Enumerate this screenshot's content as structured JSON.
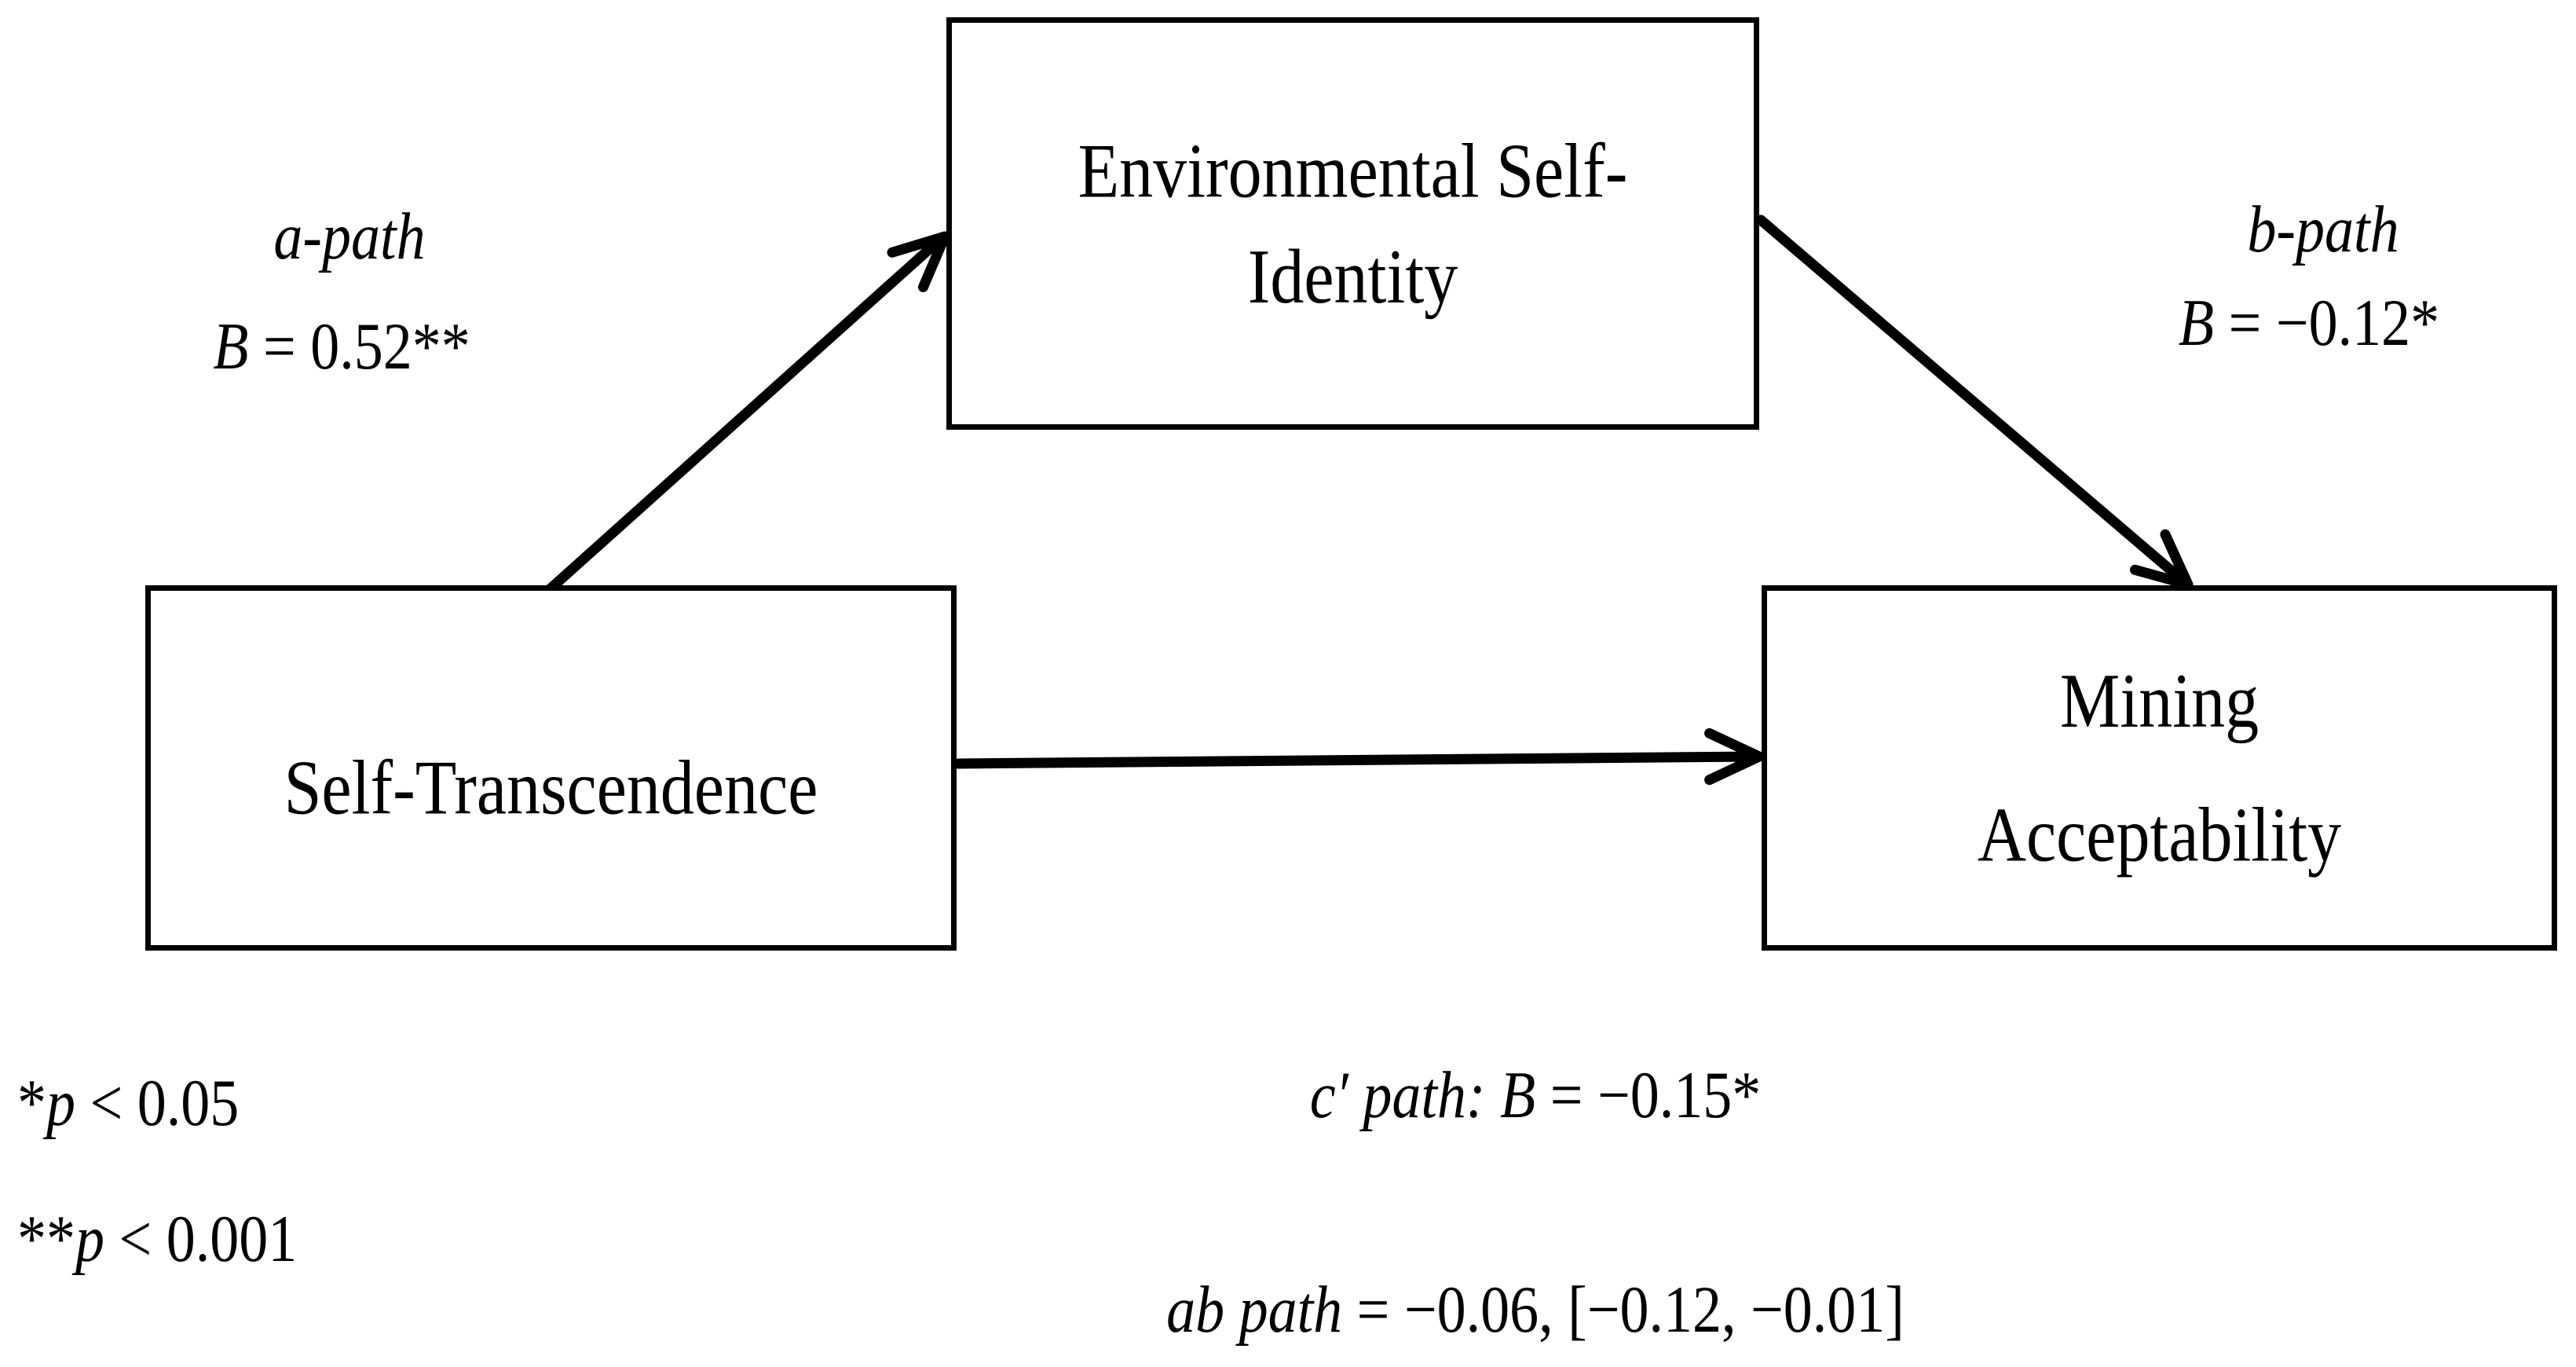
{
  "figure": {
    "type": "mediation-path-diagram",
    "colors": {
      "ink": "#000000",
      "background": "#ffffff"
    }
  },
  "boxes": {
    "mediator": {
      "lines": [
        "Environmental Self-",
        "Identity"
      ]
    },
    "predictor": {
      "lines": [
        "Self-Transcendence"
      ]
    },
    "outcome": {
      "lines": [
        "Mining",
        "Acceptability"
      ]
    }
  },
  "path_labels": {
    "a": {
      "name": "a-path",
      "coef_var": "B",
      "coef_rest": " = 0.52**"
    },
    "b": {
      "name": "b-path",
      "coef_var": "B",
      "coef_rest": " = −0.12*"
    },
    "c_prime": {
      "italic": "c′ path: B",
      "rest": " = −0.15*"
    },
    "ab": {
      "italic": "ab path",
      "rest": " = −0.06, [−0.12, −0.01]"
    }
  },
  "notes": {
    "sig1": {
      "stars": "*",
      "p": "p",
      "rest": " < 0.05"
    },
    "sig2": {
      "stars": "**",
      "p": "p",
      "rest": " < 0.001"
    }
  }
}
